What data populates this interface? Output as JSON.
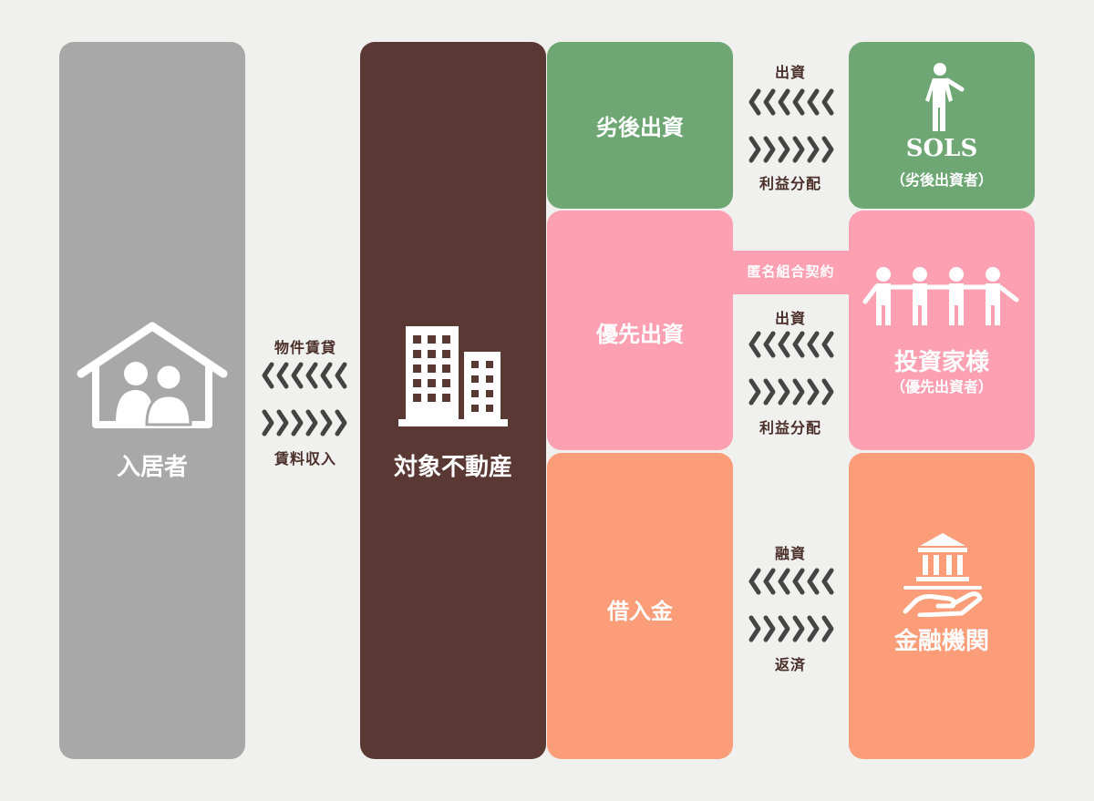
{
  "tenant": {
    "label": "入居者"
  },
  "rent_flow": {
    "top_label": "物件賃貸",
    "bottom_label": "賃料収入"
  },
  "property": {
    "label": "対象不動産"
  },
  "subordinate": {
    "label": "劣後出資"
  },
  "preferred": {
    "label": "優先出資"
  },
  "loan": {
    "label": "借入金"
  },
  "sols": {
    "name": "SOLS",
    "sub": "（劣後出資者）"
  },
  "investors": {
    "name": "投資家様",
    "sub": "（優先出資者）"
  },
  "bank": {
    "name": "金融機関"
  },
  "flow_sols": {
    "top": "出資",
    "bottom": "利益分配"
  },
  "contract": {
    "label": "匿名組合契約"
  },
  "flow_investors": {
    "top": "出資",
    "bottom": "利益分配"
  },
  "flow_bank": {
    "top": "融資",
    "bottom": "返済"
  },
  "colors": {
    "gray": "#a8a8a8",
    "brown": "#5a3833",
    "green": "#6ea774",
    "pink": "#fca0b2",
    "orange": "#fb9d78",
    "arrow": "#444444"
  }
}
